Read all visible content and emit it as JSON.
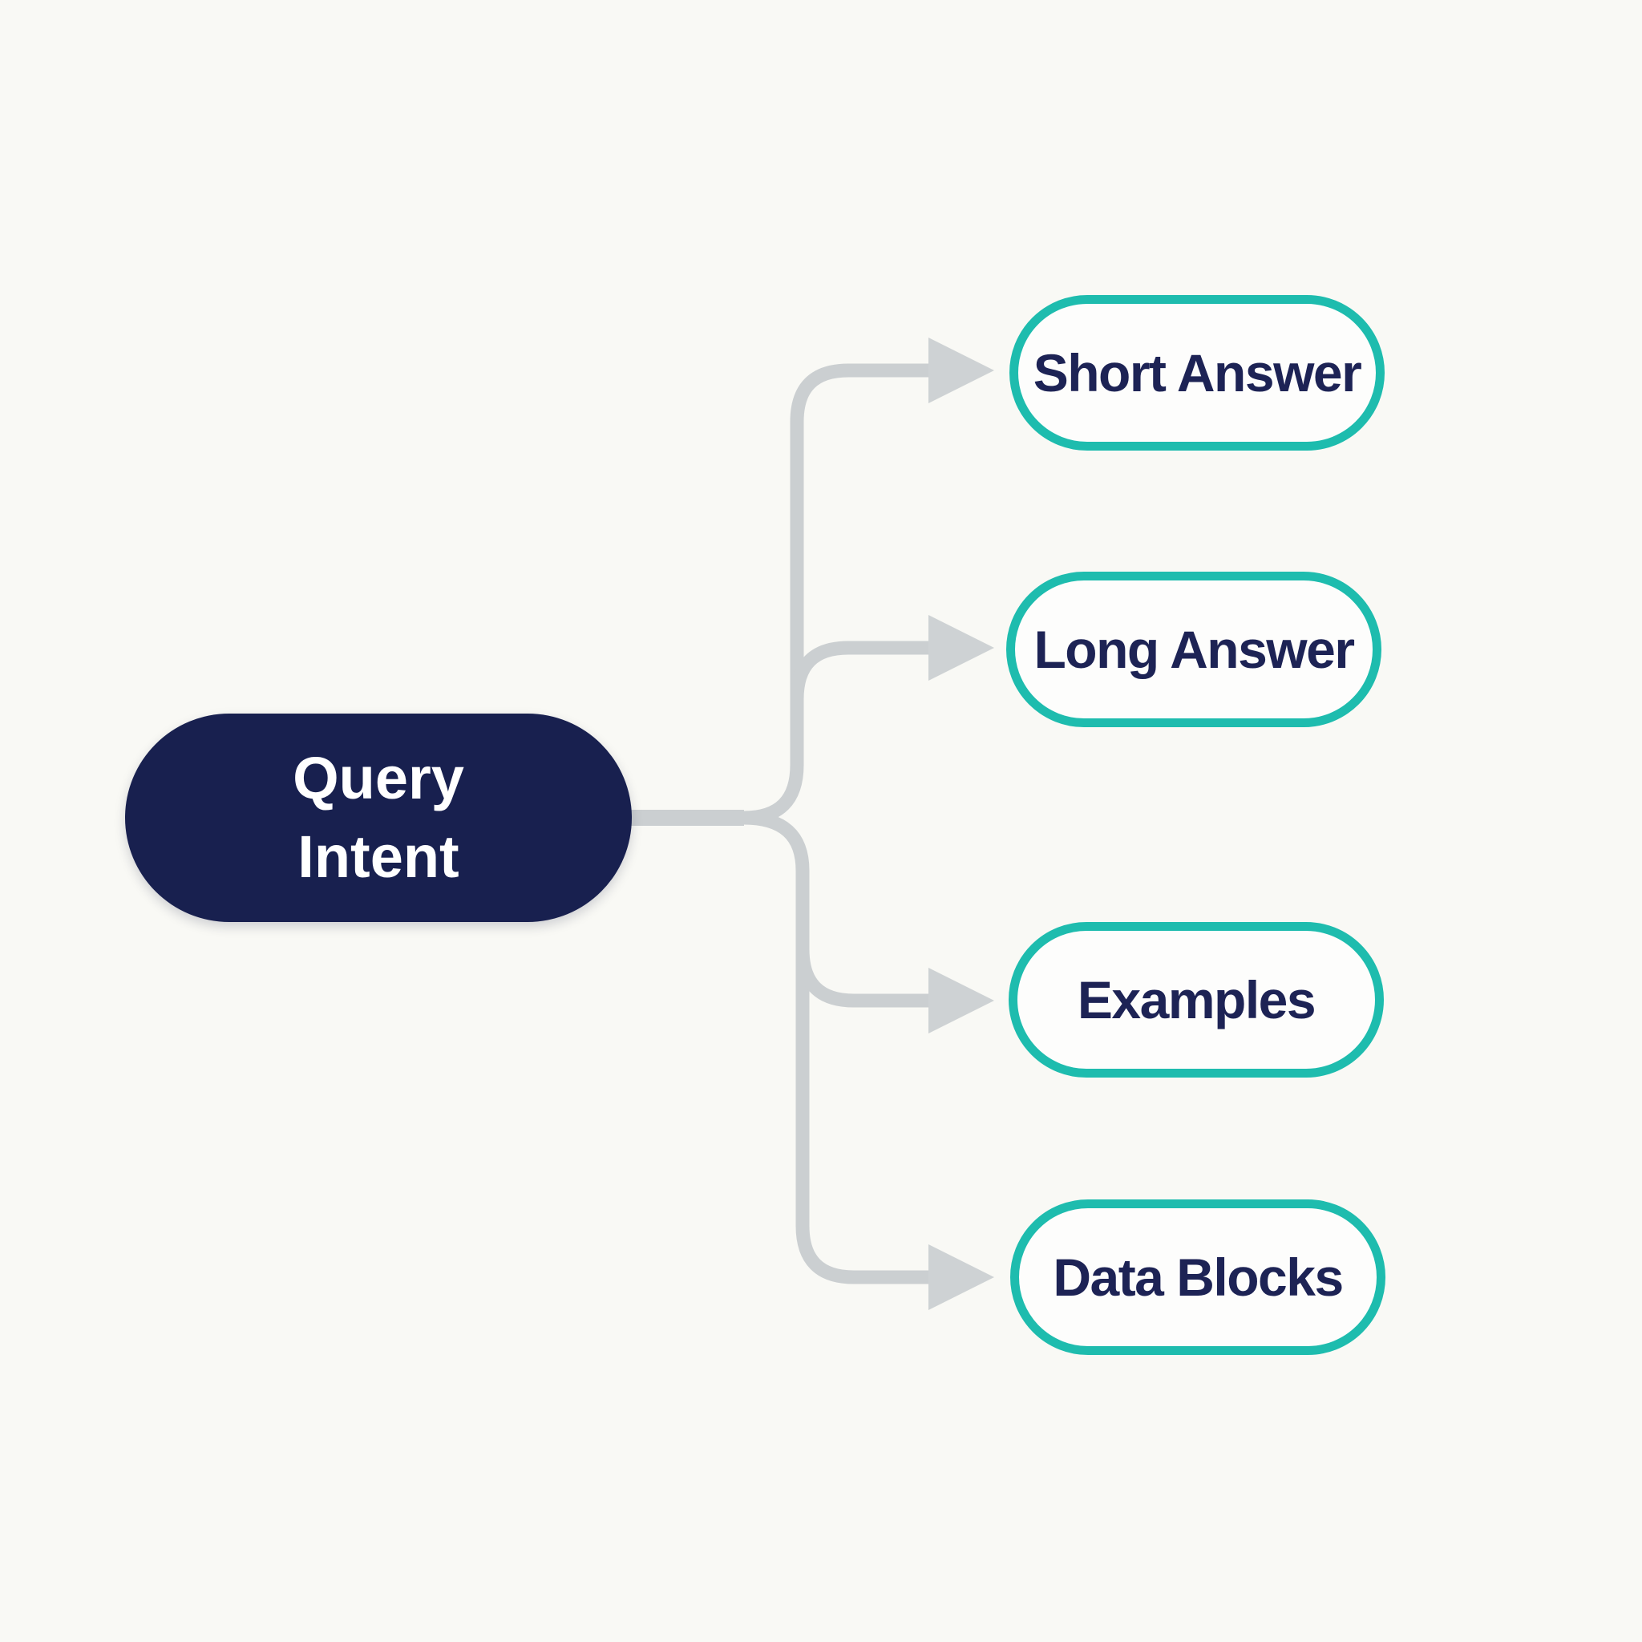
{
  "diagram": {
    "type": "mindmap-flowchart",
    "root": {
      "label": "Query Intent",
      "label_line1": "Query",
      "label_line2": "Intent"
    },
    "children": [
      {
        "label": "Short Answer"
      },
      {
        "label": "Long Answer"
      },
      {
        "label": "Examples"
      },
      {
        "label": "Data Blocks"
      }
    ],
    "edges": [
      {
        "from": "Query Intent",
        "to": "Short Answer"
      },
      {
        "from": "Query Intent",
        "to": "Long Answer"
      },
      {
        "from": "Query Intent",
        "to": "Examples"
      },
      {
        "from": "Query Intent",
        "to": "Data Blocks"
      }
    ],
    "colors": {
      "background": "#f9f9f5",
      "root_fill": "#18204f",
      "root_text": "#ffffff",
      "child_fill": "#fdfdfc",
      "child_border": "#1ebcae",
      "child_text": "#1d2355",
      "connector": "#cbcfd1",
      "arrowhead": "#ced2d4"
    }
  }
}
